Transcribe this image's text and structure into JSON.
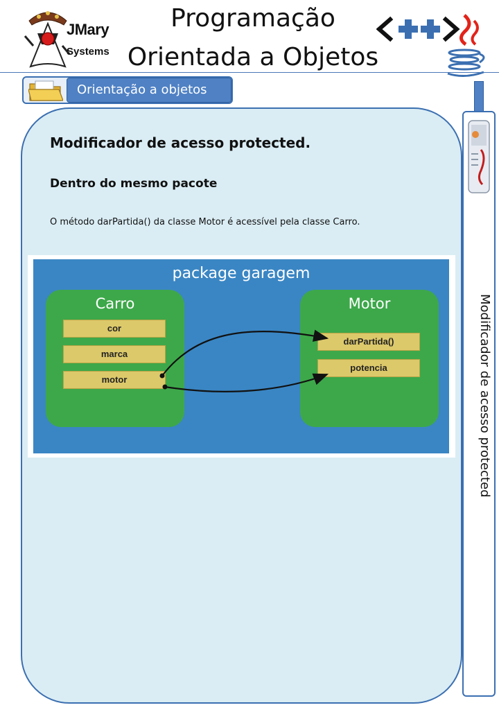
{
  "header": {
    "logo_name": "JMary",
    "logo_sub": "Systems",
    "title_line1": "Programação",
    "title_line2": "Orientada a Objetos",
    "cpp_logo_text": "<++>",
    "logo_icon": "duke-mascot-icon",
    "cpp_icon": "cpp-logo-icon",
    "java_icon": "java-cup-icon"
  },
  "section_tab": {
    "label": "Orientação a objetos",
    "icon": "folder-icon"
  },
  "side_tab": {
    "label": "Modificador de acesso protected",
    "icon": "newspaper-icon"
  },
  "content": {
    "heading": "Modificador de acesso protected.",
    "subheading": "Dentro do mesmo pacote",
    "paragraph": "O método darPartida() da classe Motor é acessível pela classe Carro."
  },
  "diagram": {
    "package_label": "package garagem",
    "classes": [
      {
        "name": "Carro",
        "attributes": [
          "cor",
          "marca",
          "motor"
        ]
      },
      {
        "name": "Motor",
        "attributes": [
          "darPartida()",
          "potencia"
        ]
      }
    ],
    "references": [
      {
        "from": "motor",
        "to": "darPartida()"
      },
      {
        "from": "motor",
        "to": "potencia"
      }
    ]
  },
  "colors": {
    "accent_blue": "#4f81c4",
    "border_blue": "#3b6fb1",
    "card_bg": "#daedf4",
    "package_bg": "#3a86c4",
    "class_bg": "#3da84a",
    "attribute_bg": "#dcc96a"
  }
}
